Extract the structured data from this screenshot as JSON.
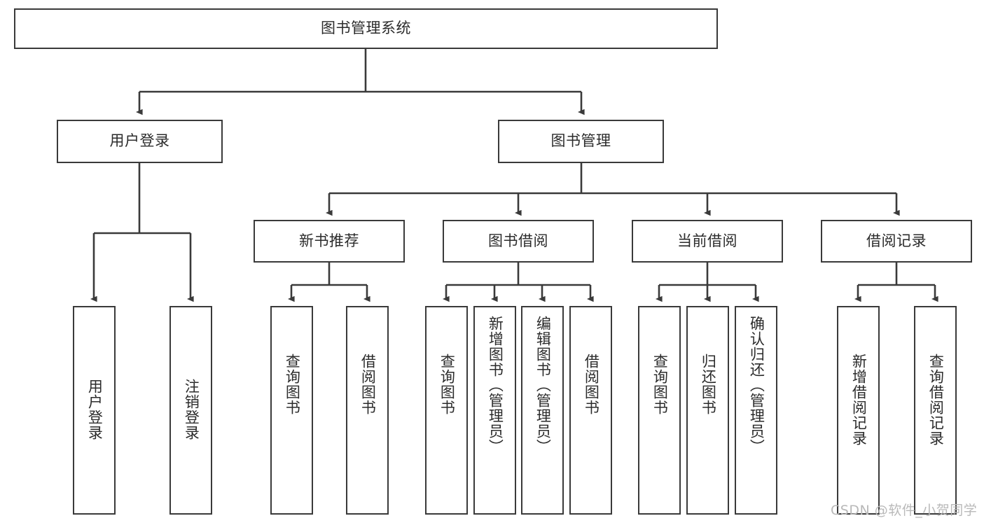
{
  "diagram": {
    "type": "tree",
    "title": "图书管理系统",
    "orientation": "top-down",
    "colors": {
      "box_border": "#3a3a3a",
      "box_fill": "#ffffff",
      "connector": "#3a3a3a",
      "text": "#2b2b2b",
      "watermark": "#b9b9b9"
    },
    "root": {
      "label": "图书管理系统"
    },
    "level2": [
      {
        "label": "用户登录"
      },
      {
        "label": "图书管理"
      }
    ],
    "level3": [
      {
        "label": "新书推荐"
      },
      {
        "label": "图书借阅"
      },
      {
        "label": "当前借阅"
      },
      {
        "label": "借阅记录"
      }
    ],
    "leaves": {
      "user_login": [
        {
          "label": "用户登录"
        },
        {
          "label": "注销登录"
        }
      ],
      "new_book_recommend": [
        {
          "label": "查询图书"
        },
        {
          "label": "借阅图书"
        }
      ],
      "book_borrow": [
        {
          "label": "查询图书"
        },
        {
          "label": "新增图书（管理员）"
        },
        {
          "label": "编辑图书（管理员）"
        },
        {
          "label": "借阅图书"
        }
      ],
      "current_borrow": [
        {
          "label": "查询图书"
        },
        {
          "label": "归还图书"
        },
        {
          "label": "确认归还（管理员）"
        }
      ],
      "borrow_record": [
        {
          "label": "新增借阅记录"
        },
        {
          "label": "查询借阅记录"
        }
      ]
    },
    "watermark": "CSDN @软件_小贺同学"
  }
}
